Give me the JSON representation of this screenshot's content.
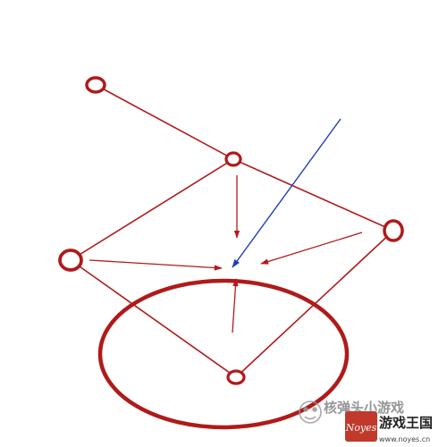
{
  "puzzle": {
    "line_color": "#b01a1a",
    "ring_color": "#b01a1a",
    "arrow_color": "#b01a1a",
    "pointer_color": "#1e3fb0",
    "nodes": [
      {
        "id": "node-top-left"
      },
      {
        "id": "node-center-top"
      },
      {
        "id": "node-right"
      },
      {
        "id": "node-left"
      },
      {
        "id": "node-bottom"
      }
    ],
    "hoop": {
      "id": "target-ring"
    }
  },
  "watermark": {
    "brand_left": "核弹头小游戏",
    "brand_right": "游戏王国",
    "url": "www.noyes.cn",
    "logo_text": "Noyes",
    "logo_bg": "#c0392b",
    "icon": "game-controller-icon"
  }
}
